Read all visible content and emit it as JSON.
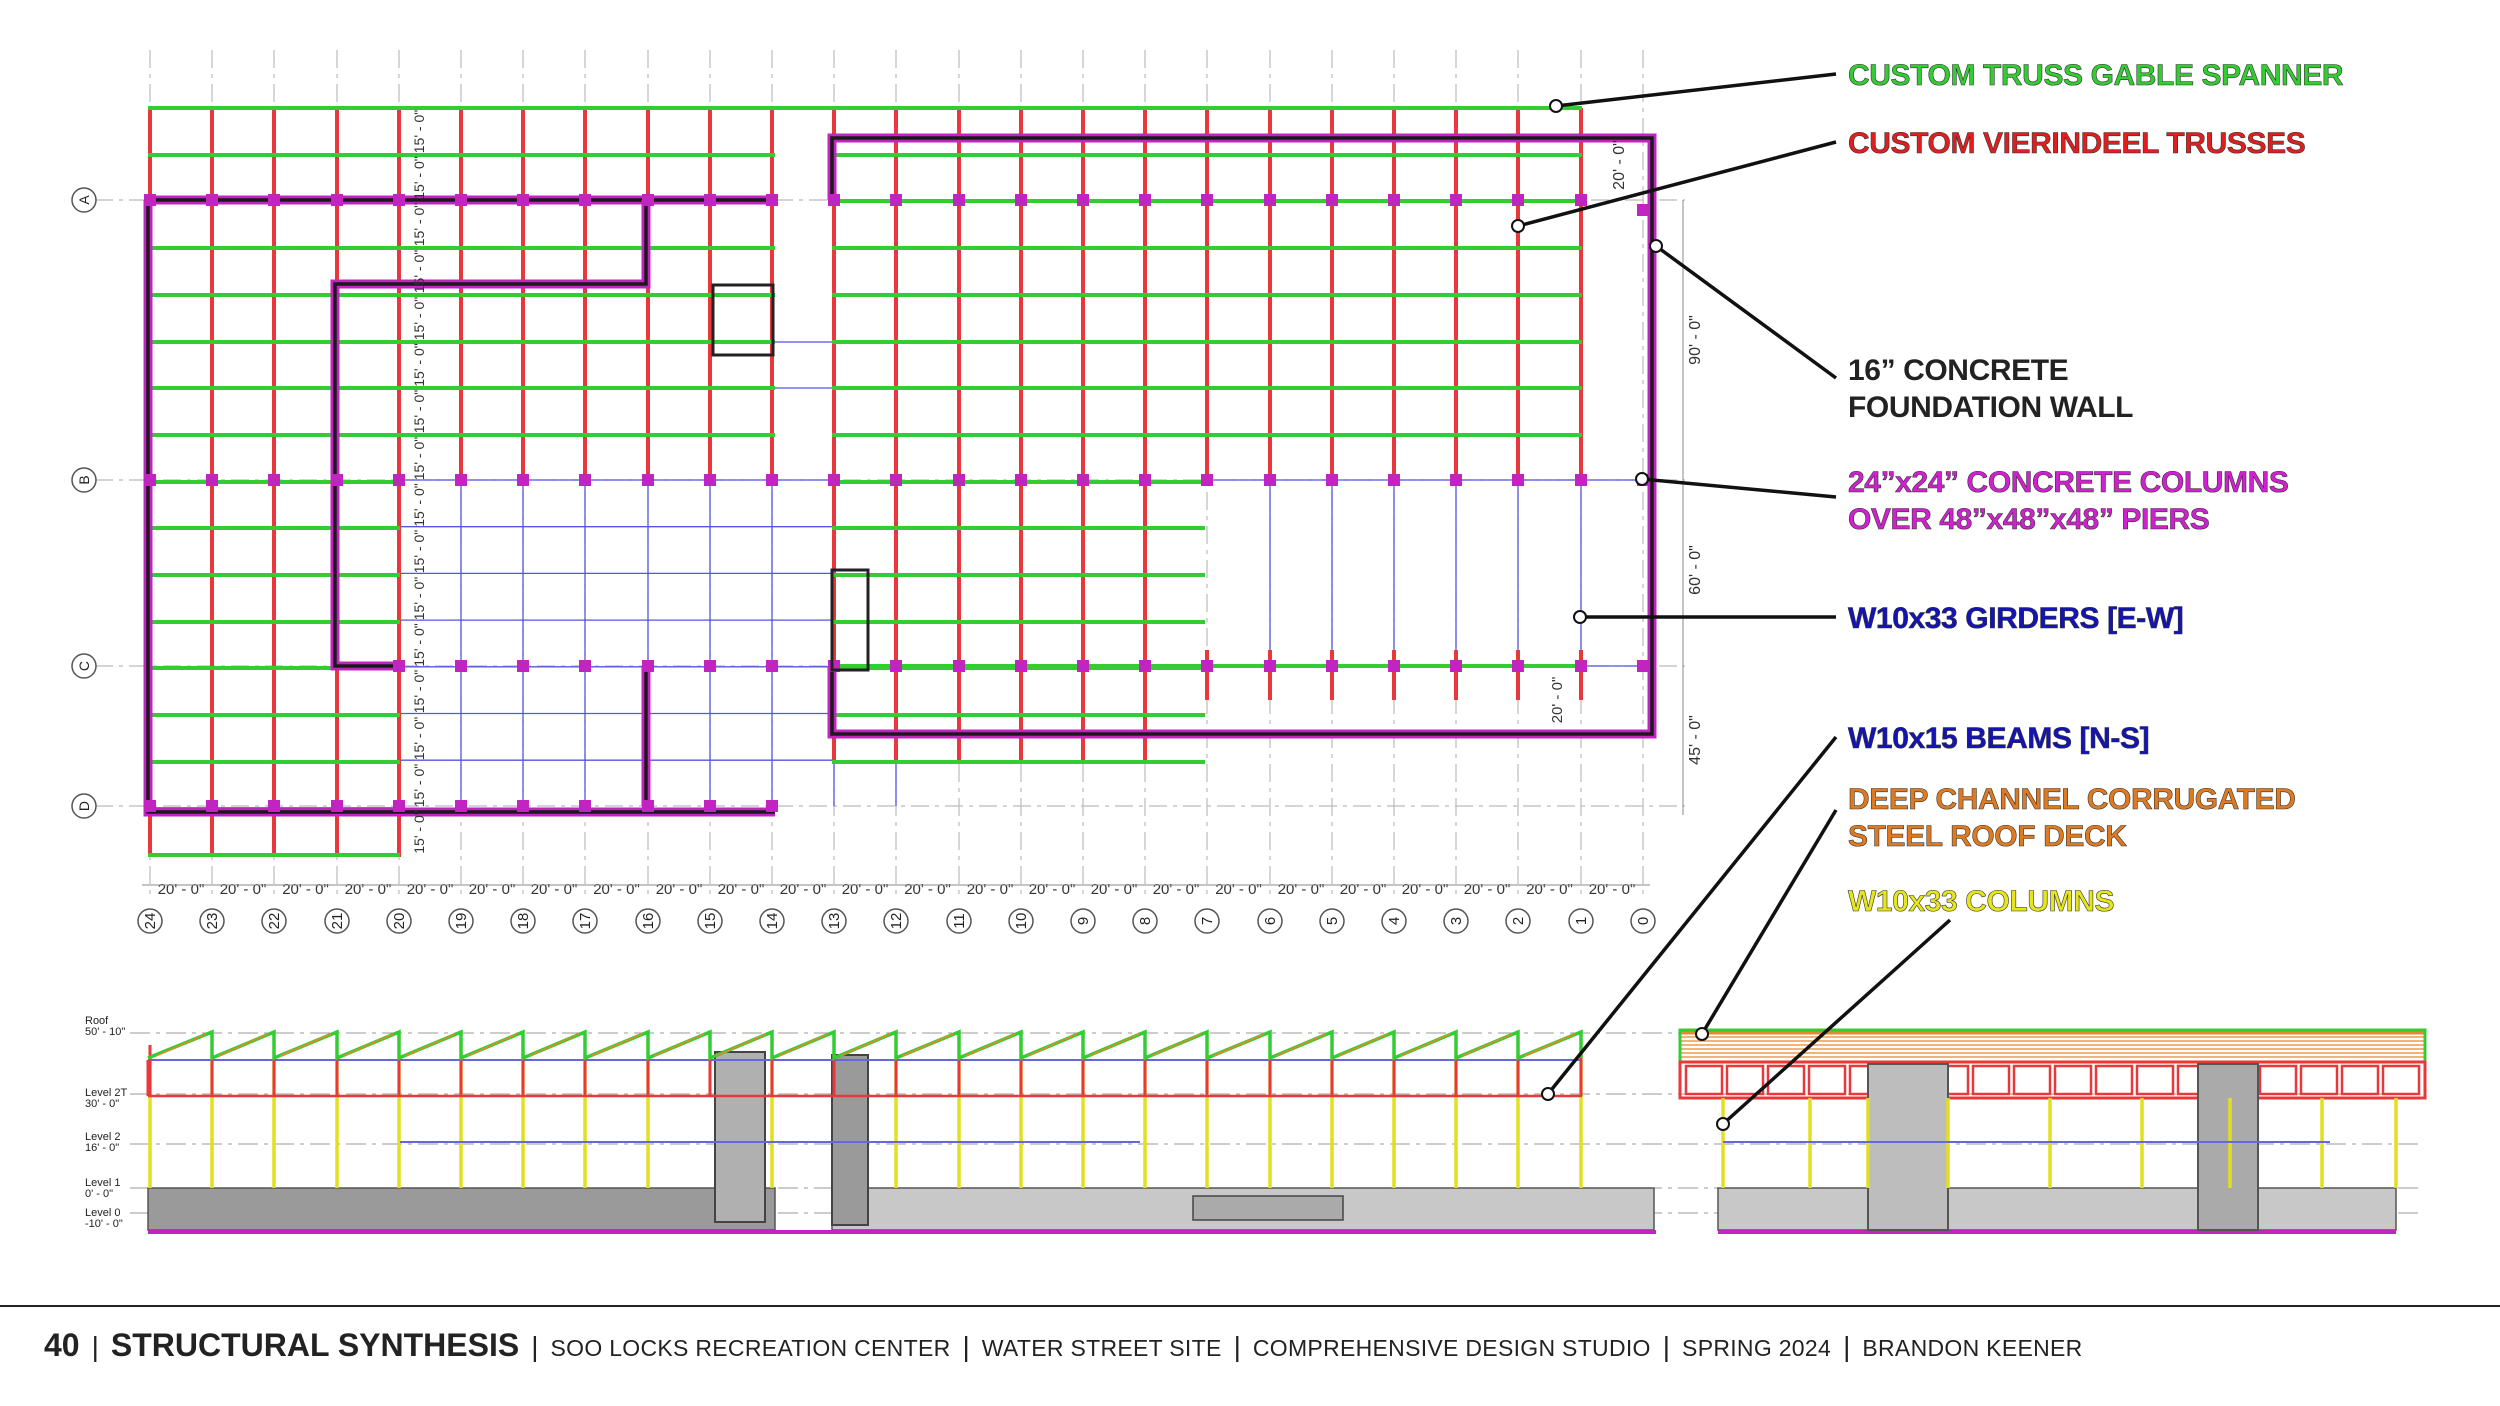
{
  "colors": {
    "truss_gable": "#33cc33",
    "vierindeel": "#e8383a",
    "foundation_wall": "#1a1a1a",
    "concrete_columns": "#c224c2",
    "girders": "#1414b4",
    "beams": "#5555e6",
    "roof_deck": "#e8882a",
    "steel_columns": "#e0e020",
    "grid": "#bbbbbb"
  },
  "plan": {
    "col_labels": [
      "24",
      "23",
      "22",
      "21",
      "20",
      "19",
      "18",
      "17",
      "16",
      "15",
      "14",
      "13",
      "12",
      "11",
      "10",
      "9",
      "8",
      "7",
      "6",
      "5",
      "4",
      "3",
      "2",
      "1",
      "0"
    ],
    "col_spacing_label": "20' - 0\"",
    "row_labels": [
      "A",
      "B",
      "C",
      "D"
    ],
    "row_spacing_label": "15' - 0\"",
    "right_dims": [
      "20' - 0\"",
      "90' - 0\"",
      "60' - 0\"",
      "45' - 0\""
    ],
    "inner_dim_upper": "20' - 0\"",
    "inner_dim_lower": "20' - 0\""
  },
  "section": {
    "levels": [
      {
        "name": "Roof",
        "elev": "50' - 10\""
      },
      {
        "name": "Level 2T",
        "elev": "30' - 0\""
      },
      {
        "name": "Level 2",
        "elev": "16' - 0\""
      },
      {
        "name": "Level 1",
        "elev": "0' - 0\""
      },
      {
        "name": "Level 0",
        "elev": "-10' - 0\""
      }
    ]
  },
  "legend": [
    {
      "id": "truss-gable",
      "lines": [
        "CUSTOM TRUSS GABLE SPANNER"
      ],
      "color": "#33cc33"
    },
    {
      "id": "vierindeel",
      "lines": [
        "CUSTOM VIERINDEEL TRUSSES"
      ],
      "color": "#e01e1e"
    },
    {
      "id": "foundation-wall",
      "lines": [
        "16” CONCRETE",
        "FOUNDATION WALL"
      ],
      "color": "#222222"
    },
    {
      "id": "concrete-columns",
      "lines": [
        "24”x24” CONCRETE COLUMNS",
        "OVER 48”x48”x48” PIERS"
      ],
      "color": "#d020d0"
    },
    {
      "id": "girders",
      "lines": [
        "W10x33 GIRDERS [E-W]"
      ],
      "color": "#1414b4"
    },
    {
      "id": "beams",
      "lines": [
        "W10x15 BEAMS [N-S]"
      ],
      "color": "#1414b4"
    },
    {
      "id": "roof-deck",
      "lines": [
        "DEEP CHANNEL CORRUGATED",
        "STEEL ROOF DECK"
      ],
      "color": "#e07a20"
    },
    {
      "id": "steel-columns",
      "lines": [
        "W10x33 COLUMNS"
      ],
      "color": "#e6e61a"
    }
  ],
  "footer": {
    "page_number": "40",
    "section_title": "STRUCTURAL SYNTHESIS",
    "items": [
      "SOO LOCKS RECREATION CENTER",
      "WATER STREET SITE",
      "COMPREHENSIVE DESIGN STUDIO",
      "SPRING 2024",
      "BRANDON KEENER"
    ],
    "separator": "|"
  }
}
